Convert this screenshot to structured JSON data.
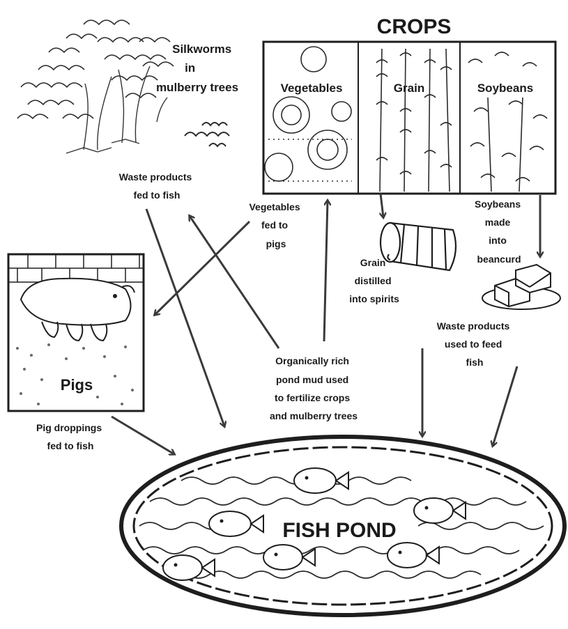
{
  "crops": {
    "title": "CROPS",
    "sections": [
      "Vegetables",
      "Grain",
      "Soybeans"
    ]
  },
  "labels": {
    "silkworms": [
      "Silkworms",
      "in",
      "mulberry trees"
    ],
    "waste_silk": [
      "Waste products",
      "fed to fish"
    ],
    "veg_to_pigs": [
      "Vegetables",
      "fed to",
      "pigs"
    ],
    "soy_beancurd": [
      "Soybeans",
      "made",
      "into",
      "beancurd"
    ],
    "grain_spirits": [
      "Grain",
      "distilled",
      "into spirits"
    ],
    "waste_beancurd": [
      "Waste products",
      "used to feed",
      "fish"
    ],
    "pond_mud": [
      "Organically rich",
      "pond mud used",
      "to fertilize crops",
      "and mulberry trees"
    ],
    "pigs": "Pigs",
    "pig_droppings": [
      "Pig droppings",
      "fed to fish"
    ],
    "fish_pond": "FISH POND"
  }
}
